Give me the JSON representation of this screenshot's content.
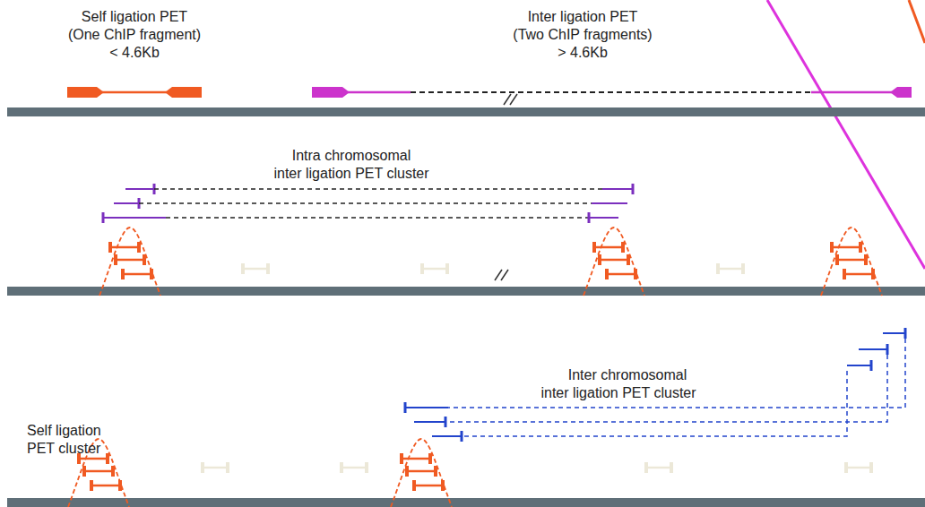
{
  "diagram": {
    "labels": [
      "Self ligation PET",
      "(One ChIP fragment)",
      "< 4.6Kb",
      "Inter ligation PET",
      "(Two ChIP fragments)",
      "> 4.6Kb",
      "Intra chromosomal",
      "inter ligation PET cluster",
      "Inter chromosomal",
      "inter ligation PET cluster",
      "Self ligation",
      "PET cluster"
    ]
  }
}
